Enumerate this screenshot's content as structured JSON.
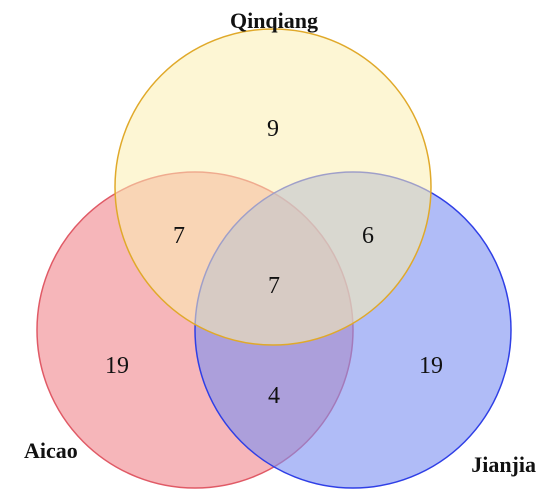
{
  "sets": [
    {
      "id": "qinqiang",
      "label": "Qinqiang",
      "fill": "#fbeeb0",
      "stroke": "#e0a92a"
    },
    {
      "id": "aicao",
      "label": "Aicao",
      "fill": "#ee7a82",
      "stroke": "#e05a66"
    },
    {
      "id": "jianjia",
      "label": "Jianjia",
      "fill": "#7c8ff2",
      "stroke": "#2f3fe6"
    }
  ],
  "regions": {
    "qinqiang_only": "9",
    "aicao_only": "19",
    "jianjia_only": "19",
    "qinqiang_aicao": "7",
    "qinqiang_jianjia": "6",
    "aicao_jianjia": "4",
    "all_three": "7"
  }
}
